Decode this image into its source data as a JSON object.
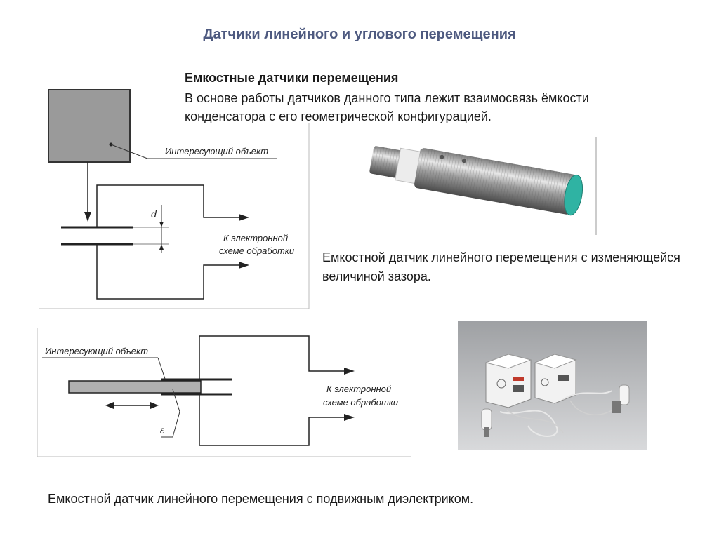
{
  "slide": {
    "title": "Датчики линейного и углового перемещения",
    "heading": "Емкостные датчики перемещения",
    "intro": "В основе работы датчиков данного типа лежит взаимосвязь ёмкости конденсатора с его геометрической конфигурацией.",
    "caption_gap": "Емкостной датчик линейного перемещения с изменяющейся величиной зазора.",
    "caption_dielectric": "Емкостной датчик линейного перемещения с подвижным диэлектриком."
  },
  "diagram_gap": {
    "object_label": "Интересующий объект",
    "gap_symbol": "d",
    "output_label_line1": "К электронной",
    "output_label_line2": "схеме обработки"
  },
  "diagram_dielectric": {
    "object_label": "Интересующий объект",
    "epsilon_symbol": "ε",
    "output_label_line1": "К электронной",
    "output_label_line2": "схеме обработки"
  },
  "colors": {
    "title": "#4e5a80",
    "object_fill": "#9a9a9a",
    "sensor_tip": "#2fb3a3"
  }
}
